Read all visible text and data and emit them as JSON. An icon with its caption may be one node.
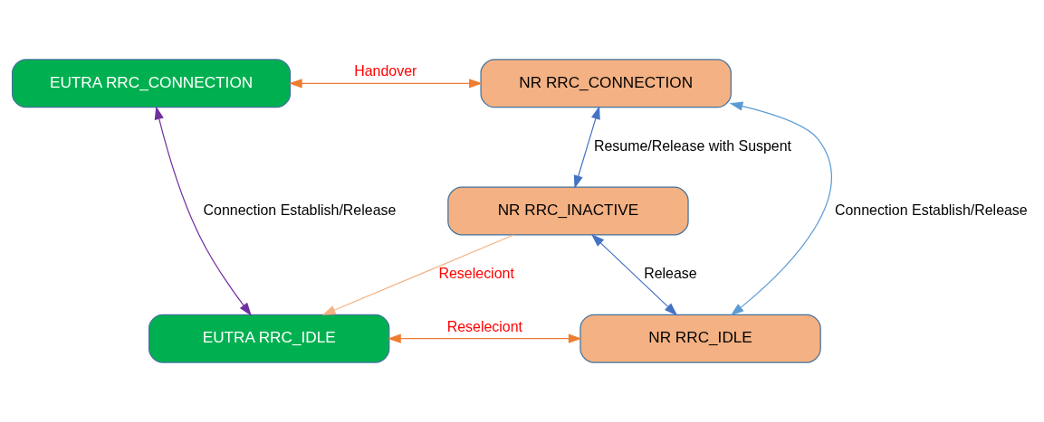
{
  "diagram": {
    "nodes": [
      {
        "text": [
          "EUTRA RRC_CONNECTION"
        ]
      },
      {
        "text": [
          "NR RRC_CONNECTION"
        ]
      },
      {
        "text": [
          "NR RRC_INACTIVE"
        ]
      },
      {
        "text": [
          "EUTRA RRC_IDLE"
        ]
      },
      {
        "text": [
          "NR RRC_IDLE"
        ]
      }
    ],
    "edges": [
      {
        "from": 0,
        "to": 1,
        "arrow": "both",
        "label": "Handover"
      },
      {
        "from": 0,
        "to": 3,
        "arrow": "both",
        "label": "Connection Establish/Release",
        "color": "#7030a0"
      },
      {
        "from": 1,
        "to": 2,
        "arrow": "both",
        "label": "Resume/Release with Suspent",
        "color": "#4472c4"
      },
      {
        "from": 1,
        "to": 4,
        "arrow": "both",
        "label": "Connection Establish/Release",
        "color": "#5b9bd5"
      },
      {
        "from": 2,
        "to": 3,
        "arrow": "to",
        "label": "Reseleciont",
        "color": "#f4b183"
      },
      {
        "from": 2,
        "to": 4,
        "arrow": "both",
        "label": "Release",
        "color": "#4472c4"
      },
      {
        "from": 3,
        "to": 4,
        "arrow": "both",
        "label": "Reseleciont"
      }
    ]
  }
}
